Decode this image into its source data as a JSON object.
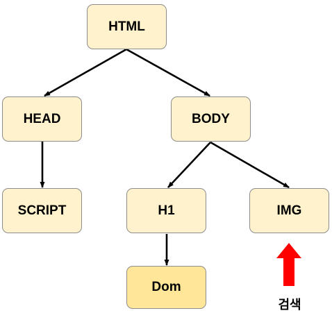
{
  "nodes": {
    "html": "HTML",
    "head": "HEAD",
    "body": "BODY",
    "script": "SCRIPT",
    "h1": "H1",
    "img": "IMG",
    "dom": "Dom"
  },
  "search_label": "검색",
  "colors": {
    "node_fill": "#fff2cc",
    "highlight_fill": "#ffe699",
    "node_border": "#8c8c8c",
    "edge": "#000000",
    "search_arrow": "#ff0000"
  }
}
